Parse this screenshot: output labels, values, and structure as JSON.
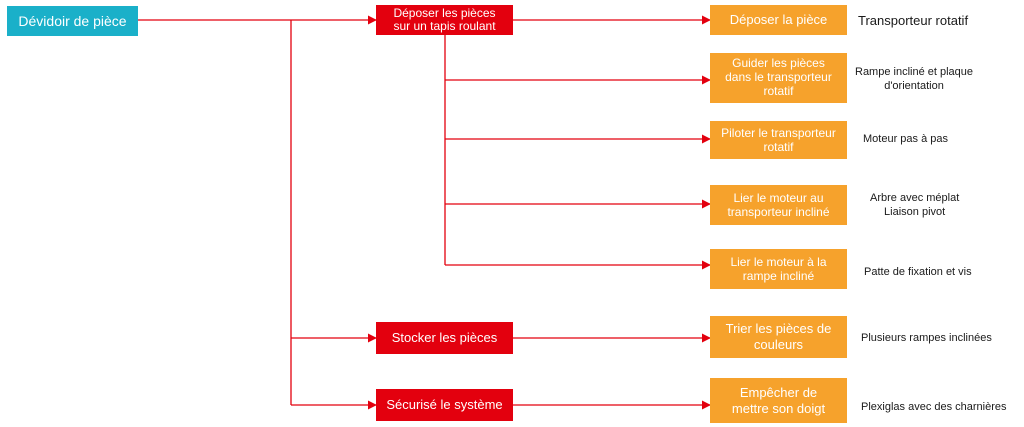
{
  "colors": {
    "root": "#1ab0c9",
    "function": "#e3000e",
    "sub_function": "#f6a22c",
    "connector": "#e3000e"
  },
  "root": {
    "label": "Dévidoir de pièce"
  },
  "functions": [
    {
      "label": "Déposer les pièces\nsur un tapis roulant"
    },
    {
      "label": "Stocker les pièces"
    },
    {
      "label": "Sécurisé le système"
    }
  ],
  "sub_functions": [
    {
      "label": "Déposer la pièce",
      "solution": "Transporteur rotatif"
    },
    {
      "label": "Guider les pièces\ndans le transporteur\nrotatif",
      "solution": "Rampe incliné et plaque\nd'orientation"
    },
    {
      "label": "Piloter le transporteur\nrotatif",
      "solution": "Moteur pas à pas"
    },
    {
      "label": "Lier le moteur au\ntransporteur incliné",
      "solution": "Arbre avec méplat\nLiaison pivot"
    },
    {
      "label": "Lier le moteur à la\nrampe incliné",
      "solution": "Patte de fixation et vis"
    },
    {
      "label": "Trier les pièces de\ncouleurs",
      "solution": "Plusieurs rampes inclinées"
    },
    {
      "label": "Empêcher de\nmettre son doigt",
      "solution": "Plexiglas avec des charnières"
    }
  ]
}
